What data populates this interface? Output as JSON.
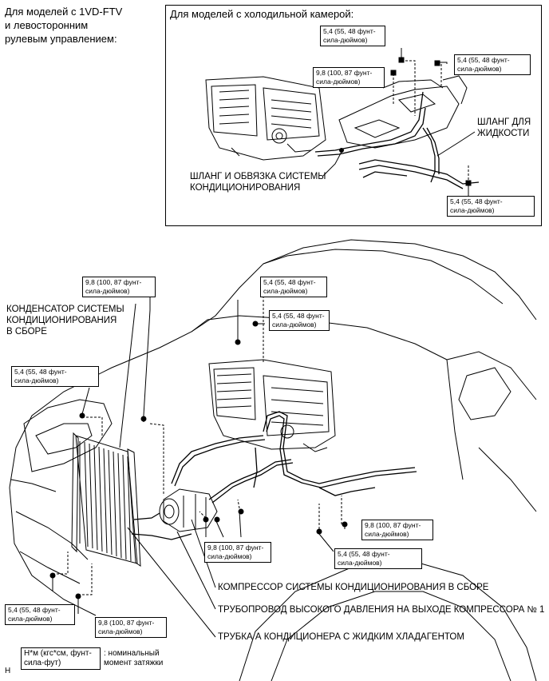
{
  "header": {
    "model_note": "Для моделей с 1VD-FTV\nи левосторонним\nрулевым управлением:"
  },
  "inset": {
    "title": "Для моделей с холодильной камерой:",
    "torque_labels": [
      "5,4 (55, 48 фунт-\nсила-дюймов)",
      "9,8 (100, 87 фунт-\nсила-дюймов)",
      "5,4 (55, 48 фунт-\nсила-дюймов)",
      "5,4 (55, 48 фунт-\nсила-дюймов)"
    ],
    "part_labels": [
      "ШЛАНГ ДЛЯ\nЖИДКОСТИ",
      "ШЛАНГ И ОБВЯЗКА СИСТЕМЫ\nКОНДИЦИОНИРОВАНИЯ"
    ]
  },
  "main": {
    "torque_labels": [
      "9,8 (100, 87 фунт-\nсила-дюймов)",
      "5,4 (55, 48 фунт-\nсила-дюймов)",
      "5,4 (55, 48 фунт-\nсила-дюймов)",
      "5,4 (55, 48 фунт-\nсила-дюймов)",
      "9,8 (100, 87 фунт-\nсила-дюймов)",
      "9,8 (100, 87 фунт-\nсила-дюймов)",
      "5,4 (55, 48 фунт-\nсила-дюймов)",
      "5,4 (55, 48 фунт-\nсила-дюймов)",
      "9,8 (100, 87 фунт-\nсила-дюймов)"
    ],
    "part_labels": [
      "КОНДЕНСАТОР СИСТЕМЫ\nКОНДИЦИОНИРОВАНИЯ\nВ СБОРЕ",
      "КОМПРЕССОР СИСТЕМЫ КОНДИЦИОНИРОВАНИЯ В СБОРЕ",
      "ТРУБОПРОВОД ВЫСОКОГО ДАВЛЕНИЯ НА ВЫХОДЕ КОМПРЕССОРА № 1",
      "ТРУБКА А КОНДИЦИОНЕРА С ЖИДКИМ ХЛАДАГЕНТОМ"
    ]
  },
  "legend": {
    "unit": "Н*м (кгс*см, фунт-\nсила-фут)",
    "description": ": номинальный\nмомент затяжки"
  },
  "figure_id": "H"
}
